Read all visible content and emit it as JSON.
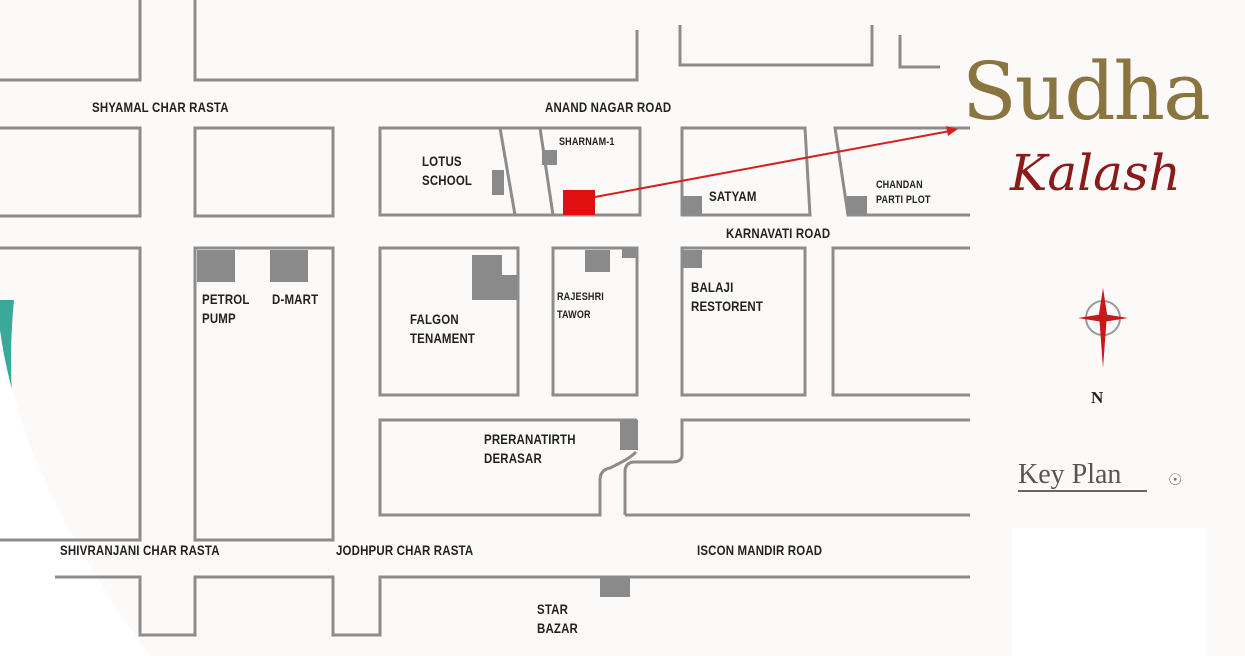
{
  "brand": {
    "name_line1": "Sudha",
    "name_line2": "Kalash",
    "colors": {
      "gold": "#8a7440",
      "maroon": "#8b1a1a"
    }
  },
  "compass": {
    "icon": "compass-rose-icon",
    "north_label": "N"
  },
  "key_plan_label": "Key Plan",
  "map": {
    "roads": {
      "shyamal": "SHYAMAL CHAR RASTA",
      "anand_nagar": "ANAND NAGAR ROAD",
      "karnavati": "KARNAVATI ROAD",
      "shivranjani": "SHIVRANJANI CHAR RASTA",
      "jodhpur": "JODHPUR CHAR RASTA",
      "iscon": "ISCON MANDIR ROAD"
    },
    "landmarks": {
      "lotus_school": "LOTUS\nSCHOOL",
      "sharnam": "SHARNAM-1",
      "satyam": "SATYAM",
      "chandan": "CHANDAN\nPARTI PLOT",
      "petrol": "PETROL\nPUMP",
      "dmart": "D-MART",
      "falgon": "FALGON\nTENAMENT",
      "rajeshri": "RAJESHRI\nTAWOR",
      "balaji": "BALAJI\nRESTORENT",
      "preranatirth": "PRERANATIRTH\nDERASAR",
      "star_bazar": "STAR\nBAZAR"
    },
    "colors": {
      "road_line": "#8c8c8c",
      "building": "#8a8a8a",
      "site_marker": "#e01010",
      "arrow": "#d42020",
      "edge_accent": "#3aa89a"
    }
  }
}
